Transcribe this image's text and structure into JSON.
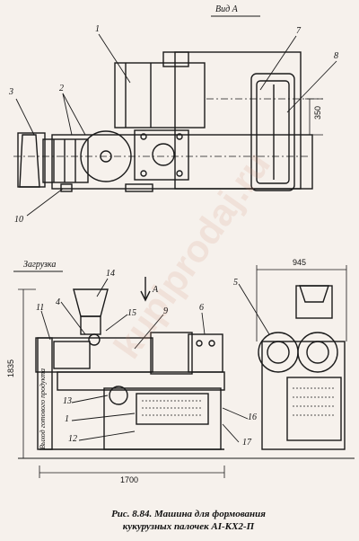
{
  "figure": {
    "view_label": "Вид А",
    "load_label": "Загрузка",
    "product_exit_label": "Выход готового продукта",
    "arrow_label": "А",
    "dimensions": {
      "height": "1835",
      "length": "1700",
      "width": "945",
      "depth_top": "350"
    },
    "callouts_top": [
      "1",
      "2",
      "3",
      "7",
      "8",
      "10"
    ],
    "callouts_side": [
      "14",
      "4",
      "11",
      "15",
      "9",
      "6",
      "5",
      "13",
      "1",
      "12",
      "16",
      "17"
    ],
    "caption_line1": "Рис. 8.84. Машина для формования",
    "caption_line2": "кукурузных палочек АI-КХ2-П",
    "watermark": "kupiprodaj.ru"
  }
}
